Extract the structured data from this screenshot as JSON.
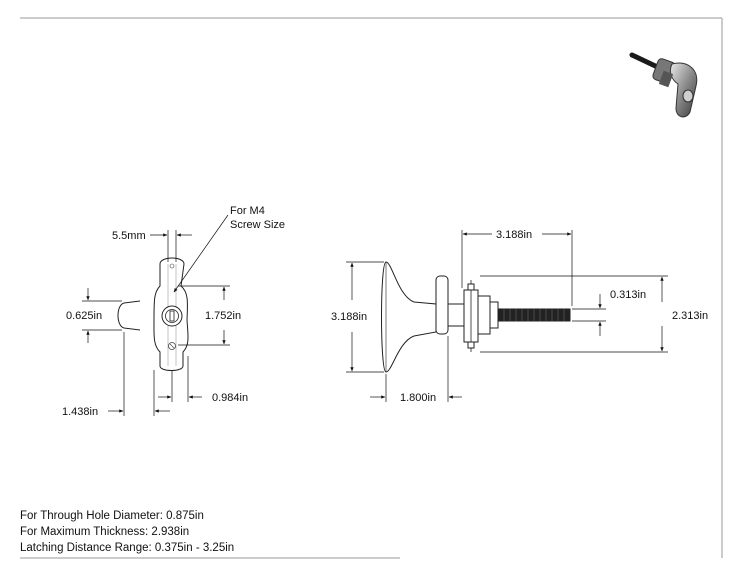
{
  "drawing": {
    "callout": {
      "line1": "For M4",
      "line2": "Screw Size"
    },
    "front_view": {
      "dim_slot_width": "5.5mm",
      "dim_stub_height": "0.625in",
      "dim_total_height": "1.752in",
      "dim_overall_width": "1.438in",
      "dim_body_width": "0.984in"
    },
    "side_view": {
      "dim_screw_length": "3.188in",
      "dim_handle_height": "3.188in",
      "dim_depth": "1.800in",
      "dim_screw_dia": "0.313in",
      "dim_plate_height": "2.313in"
    }
  },
  "notes": [
    "For Through Hole Diameter: 0.875in",
    "For Maximum Thickness: 2.938in",
    "Latching Distance Range: 0.375in - 3.25in"
  ]
}
